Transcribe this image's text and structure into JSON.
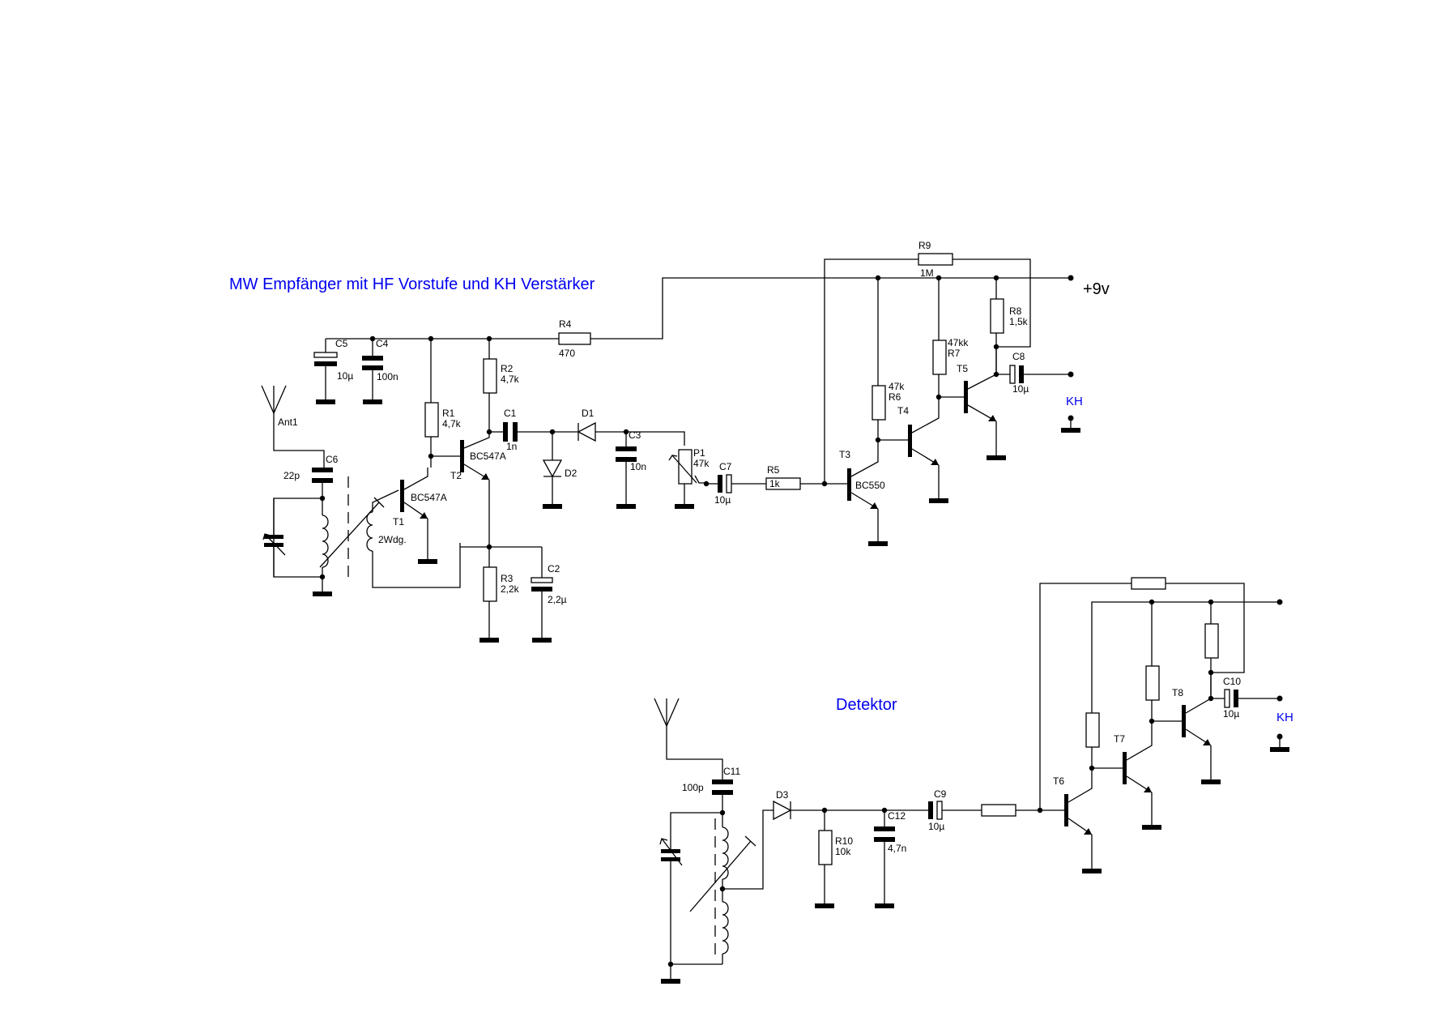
{
  "titles": {
    "main": "MW Empfänger mit HF Vorstufe und KH Verstärker",
    "detector": "Detektor"
  },
  "supply": "+9v",
  "colors": {
    "title": "#0000ee",
    "wire": "#000000"
  },
  "labels": {
    "ant1": "Ant1",
    "c6": "C6",
    "c6v": "22p",
    "c5": "C5",
    "c5v": "10µ",
    "c4": "C4",
    "c4v": "100n",
    "r4": "R4",
    "r4v": "470",
    "r1": "R1",
    "r1v": "4,7k",
    "r2": "R2",
    "r2v": "4,7k",
    "t1": "T1",
    "t1v": "BC547A",
    "t2": "T2",
    "t2v": "BC547A",
    "wdg": "2Wdg.",
    "r3": "R3",
    "r3v": "2,2k",
    "c2": "C2",
    "c2v": "2,2µ",
    "c1": "C1",
    "c1v": "1n",
    "d1": "D1",
    "d2": "D2",
    "c3": "C3",
    "c3v": "10n",
    "p1": "P1",
    "p1v": "47k",
    "c7": "C7",
    "c7v": "10µ",
    "r5": "R5",
    "r5v": "1k",
    "t3": "T3",
    "t3v": "BC550",
    "r6": "R6",
    "r6v": "47k",
    "t4": "T4",
    "r7": "R7",
    "r7v": "47kk",
    "r9": "R9",
    "r9v": "1M",
    "r8": "R8",
    "r8v": "1,5k",
    "t5": "T5",
    "c8": "C8",
    "c8v": "10µ",
    "kh1": "KH",
    "c11": "C11",
    "c11v": "100p",
    "d3": "D3",
    "r10": "R10",
    "r10v": "10k",
    "c12": "C12",
    "c12v": "4,7n",
    "c9": "C9",
    "c9v": "10µ",
    "t6": "T6",
    "t7": "T7",
    "t8": "T8",
    "c10": "C10",
    "c10v": "10µ",
    "kh2": "KH"
  }
}
